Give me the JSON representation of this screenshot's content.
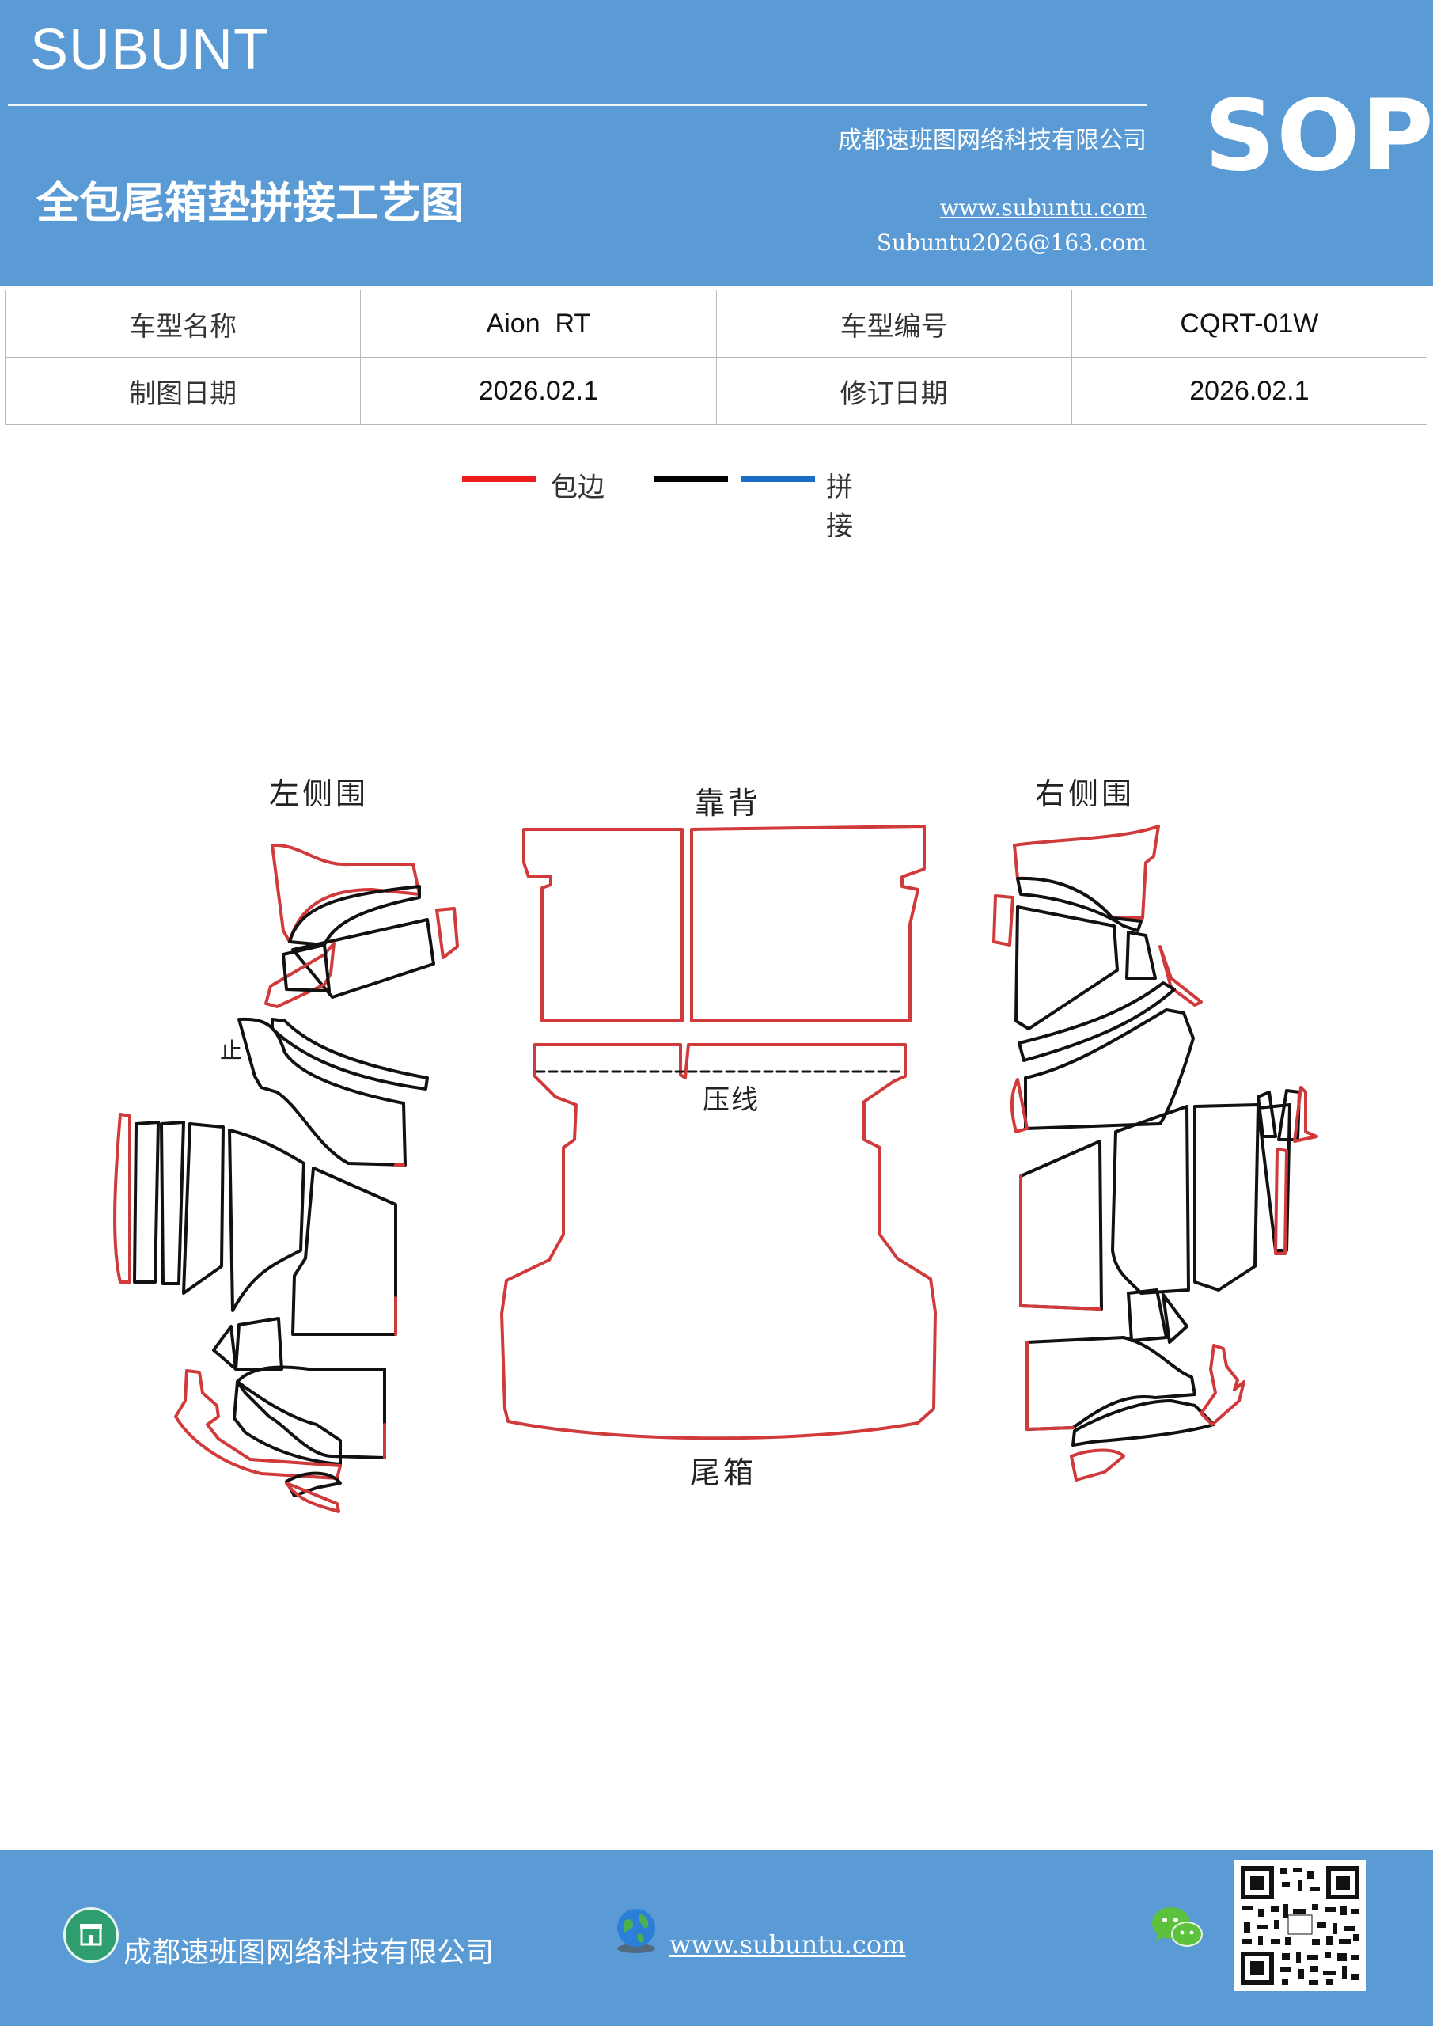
{
  "header": {
    "brand": "SUBUNT",
    "company": "成都速班图网络科技有限公司",
    "title": "全包尾箱垫拼接工艺图",
    "website": "www.subuntu.com",
    "email": "Subuntu2026@163.com",
    "badge": "SOP"
  },
  "info_table": {
    "row1": {
      "label1": "车型名称",
      "value1": "Aion  RT",
      "label2": "车型编号",
      "value2": "CQRT-01W"
    },
    "row2": {
      "label1": "制图日期",
      "value1": "2026.02.1",
      "label2": "修订日期",
      "value2": "2026.02.1"
    }
  },
  "legend": {
    "edge_label": "包边",
    "joint_label": "拼接",
    "colors": {
      "edge": "#ee1c1c",
      "joint_black": "#000000",
      "joint_blue": "#1a6fc4"
    }
  },
  "diagram": {
    "left_label": "左侧围",
    "back_label": "靠背",
    "right_label": "右侧围",
    "press_line_label": "压线",
    "trunk_label": "尾箱",
    "stray_mark": "止"
  },
  "footer": {
    "company": "成都速班图网络科技有限公司",
    "website": "www.subuntu.com",
    "icons": [
      "building-icon",
      "globe-icon",
      "wechat-icon",
      "qr-code"
    ]
  }
}
